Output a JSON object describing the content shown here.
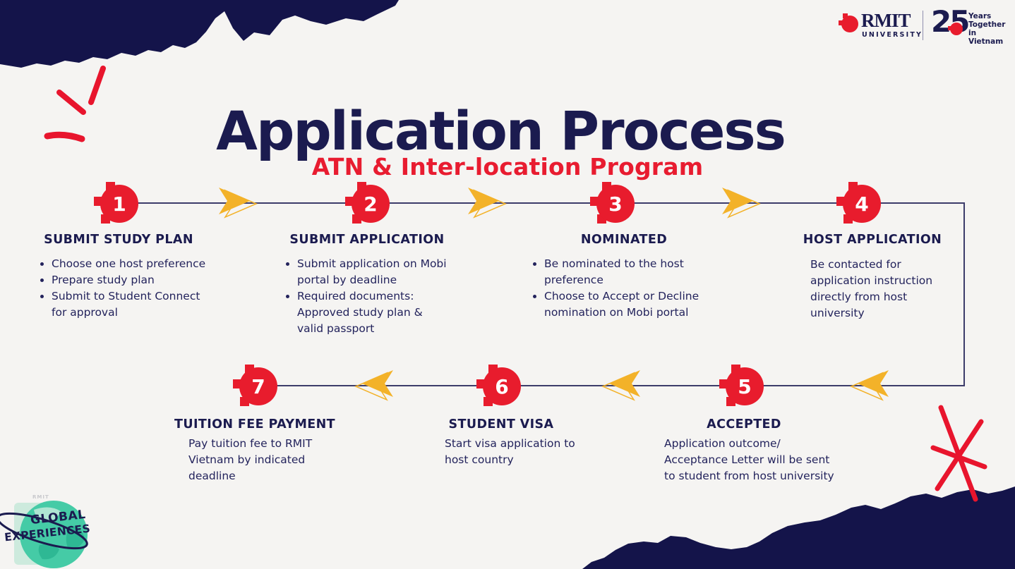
{
  "page": {
    "title_main": "Application Process",
    "subtitle": "ATN & Inter-location Program"
  },
  "brand": {
    "rmit": {
      "name": "RMIT",
      "sub": "UNIVERSITY"
    },
    "anniversary": {
      "number": "25",
      "lines": "Years\nTogether\nin Vietnam"
    }
  },
  "steps": [
    {
      "number": "1",
      "title": "SUBMIT STUDY PLAN",
      "bullets": [
        "Choose one host preference",
        "Prepare study plan",
        "Submit to Student Connect\nfor approval"
      ]
    },
    {
      "number": "2",
      "title": "SUBMIT APPLICATION",
      "bullets": [
        "Submit application on Mobi\nportal by deadline",
        "Required documents:\nApproved study plan &\nvalid passport"
      ]
    },
    {
      "number": "3",
      "title": "NOMINATED",
      "bullets": [
        "Be nominated to the host\npreference",
        "Choose to Accept or Decline\nnomination on Mobi portal"
      ]
    },
    {
      "number": "4",
      "title": "HOST APPLICATION",
      "text": "Be contacted for\napplication instruction\ndirectly from host\nuniversity"
    },
    {
      "number": "5",
      "title": "ACCEPTED",
      "text": "Application outcome/\nAcceptance Letter will be sent\nto student from host university"
    },
    {
      "number": "6",
      "title": "STUDENT VISA",
      "text": "Start visa application to\nhost country"
    },
    {
      "number": "7",
      "title": "TUITION FEE PAYMENT",
      "text": "Pay tuition fee to RMIT\nVietnam by indicated\ndeadline"
    }
  ],
  "footer_logo": {
    "watermark": "RMIT",
    "line1": "GLOBAL",
    "line2": "EXPERIENCES"
  },
  "colors": {
    "navy": "#1b1b4f",
    "red": "#e81c2d",
    "yellow": "#f3b229",
    "teal": "#45cba6",
    "background": "#f5f4f2",
    "line": "#3c3c6a"
  }
}
